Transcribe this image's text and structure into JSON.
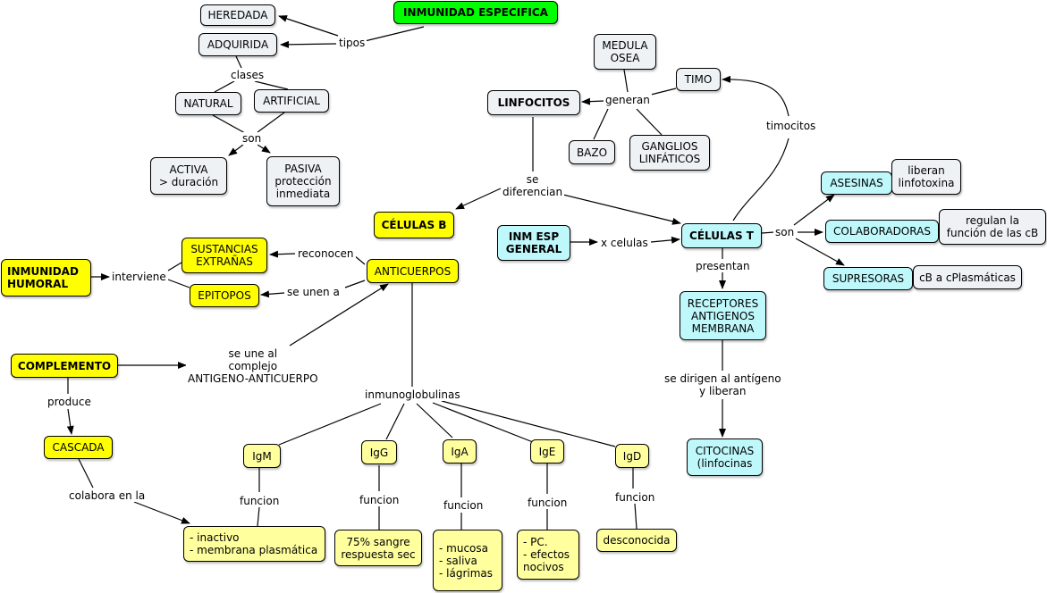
{
  "nodes": {
    "inmunidad_especifica": "INMUNIDAD ESPECIFICA",
    "heredada": "HEREDADA",
    "adquirida": "ADQUIRIDA",
    "natural": "NATURAL",
    "artificial": "ARTIFICIAL",
    "activa": "ACTIVA\n> duración",
    "pasiva": "PASIVA\nprotección\ninmediata",
    "medula_osea": "MEDULA\nOSEA",
    "timo": "TIMO",
    "linfocitos": "LINFOCITOS",
    "bazo": "BAZO",
    "ganglios": "GANGLIOS\nLINFÁTICOS",
    "celulas_b": "CÉLULAS B",
    "inm_esp_general": "INM ESP\nGENERAL",
    "celulas_t": "CÉLULAS T",
    "asesinas": "ASESINAS",
    "linfotoxina": "liberan\nlinfotoxina",
    "colaboradoras": "COLABORADORAS",
    "regulan": "regulan la\nfunción de las cB",
    "supresoras": "SUPRESORAS",
    "cb_plasmaticas": "cB a cPlasmáticas",
    "receptores": "RECEPTORES\nANTIGENOS\nMEMBRANA",
    "citocinas": "CITOCINAS\n(linfocinas",
    "sustancias_extranas": "SUSTANCIAS\nEXTRAÑAS",
    "epitopos": "EPITOPOS",
    "anticuerpos": "ANTICUERPOS",
    "inmunidad_humoral": "INMUNIDAD\nHUMORAL",
    "complemento": "COMPLEMENTO",
    "cascada": "CASCADA",
    "igm": "IgM",
    "igg": "IgG",
    "iga": "IgA",
    "ige": "IgE",
    "igd": "IgD",
    "igm_fn": "- inactivo\n- membrana plasmática",
    "igg_fn": "75% sangre\nrespuesta sec",
    "iga_fn": "- mucosa\n- saliva\n- lágrimas",
    "ige_fn": "- PC.\n- efectos\nnocivos",
    "igd_fn": "desconocida"
  },
  "labels": {
    "tipos": "tipos",
    "clases": "clases",
    "son1": "son",
    "generan": "generan",
    "timocitos": "timocitos",
    "se_diferencian": "se\ndiferencian",
    "x_celulas": "x celulas",
    "son2": "son",
    "presentan": "presentan",
    "se_dirigen": "se dirigen al antígeno\ny liberan",
    "reconocen": "reconocen",
    "se_unen_a": "se unen a",
    "interviene": "interviene",
    "se_une_al": "se une al\ncomplejo\nANTIGENO-ANTICUERPO",
    "produce": "produce",
    "colabora": "colabora en la",
    "inmunoglobulinas": "inmunoglobulinas",
    "funcion1": "funcion",
    "funcion2": "funcion",
    "funcion3": "funcion",
    "funcion4": "funcion",
    "funcion5": "funcion"
  },
  "colors": {
    "root": "#00ff00",
    "yellow": "#ffff00",
    "light_yellow": "#ffff9e",
    "cyan": "#bff8fb",
    "gray": "#eef2f5"
  }
}
